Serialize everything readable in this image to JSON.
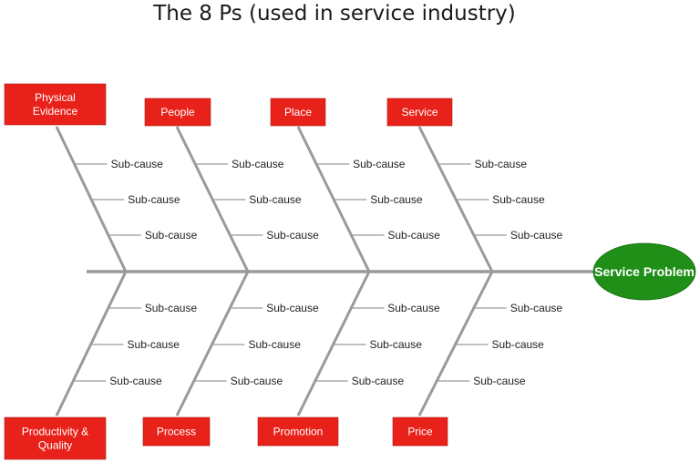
{
  "title": "The 8 Ps (used in service industry)",
  "effect": "Service Problem",
  "sub_cause_label": "Sub-cause",
  "top_causes": [
    {
      "lines": [
        "Physical",
        "Evidence"
      ],
      "sub_causes": [
        "Sub-cause",
        "Sub-cause",
        "Sub-cause"
      ]
    },
    {
      "lines": [
        "People"
      ],
      "sub_causes": [
        "Sub-cause",
        "Sub-cause",
        "Sub-cause"
      ]
    },
    {
      "lines": [
        "Place"
      ],
      "sub_causes": [
        "Sub-cause",
        "Sub-cause",
        "Sub-cause"
      ]
    },
    {
      "lines": [
        "Service"
      ],
      "sub_causes": [
        "Sub-cause",
        "Sub-cause",
        "Sub-cause"
      ]
    }
  ],
  "bottom_causes": [
    {
      "lines": [
        "Productivity &",
        "Quality"
      ],
      "sub_causes": [
        "Sub-cause",
        "Sub-cause",
        "Sub-cause"
      ]
    },
    {
      "lines": [
        "Process"
      ],
      "sub_causes": [
        "Sub-cause",
        "Sub-cause",
        "Sub-cause"
      ]
    },
    {
      "lines": [
        "Promotion"
      ],
      "sub_causes": [
        "Sub-cause",
        "Sub-cause",
        "Sub-cause"
      ]
    },
    {
      "lines": [
        "Price"
      ],
      "sub_causes": [
        "Sub-cause",
        "Sub-cause",
        "Sub-cause"
      ]
    }
  ],
  "colors": {
    "cause_box": "#e8221b",
    "effect": "#1f8f17",
    "bones": "#9a9a9a"
  }
}
